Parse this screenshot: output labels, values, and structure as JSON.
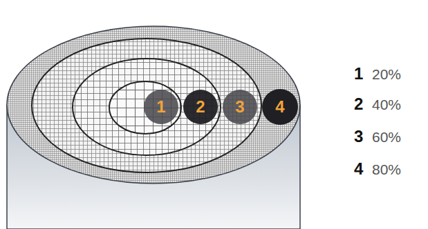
{
  "diagram": {
    "nodes": [
      {
        "text": [
          "1"
        ]
      },
      {
        "text": [
          "2"
        ]
      },
      {
        "text": [
          "3"
        ]
      },
      {
        "text": [
          "4"
        ]
      }
    ],
    "labels": [
      "1",
      "20%",
      "2",
      "40%",
      "3",
      "60%",
      "4",
      "80%"
    ]
  }
}
